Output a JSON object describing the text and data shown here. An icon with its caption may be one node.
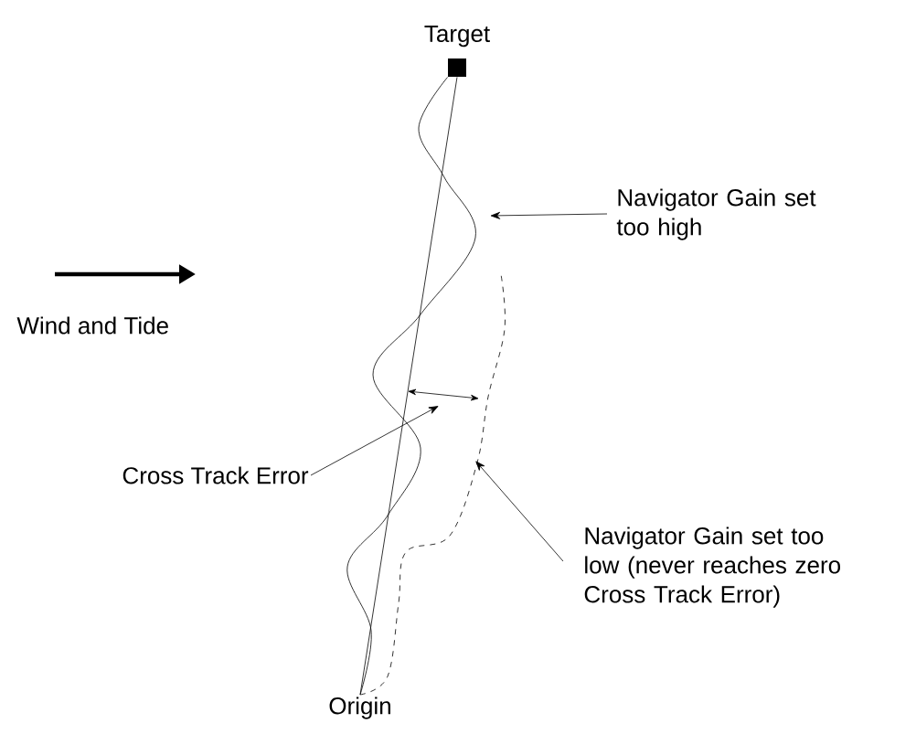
{
  "diagram": {
    "nodes": [
      {
        "text": [
          "Target"
        ]
      },
      {
        "text": [
          "Origin"
        ]
      },
      {
        "text": [
          "Navigator Gain set too high"
        ]
      },
      {
        "text": [
          "Cross Track Error"
        ]
      },
      {
        "text": [
          "Navigator Gain set too low (never reaches zero Cross Track Error)"
        ]
      }
    ],
    "edges": [
      {
        "from": 1,
        "to": 0,
        "arrow": "none"
      },
      {
        "from": 1,
        "to": 0,
        "arrow": "none"
      },
      {
        "from": 1,
        "to": null,
        "arrow": "none",
        "style": "dashed"
      },
      {
        "from": 2,
        "to": null,
        "arrow": "to"
      },
      {
        "from": 3,
        "to": null,
        "arrow": "to"
      },
      {
        "from": 4,
        "to": null,
        "arrow": "to"
      }
    ],
    "labels": [
      "Wind and Tide"
    ]
  }
}
